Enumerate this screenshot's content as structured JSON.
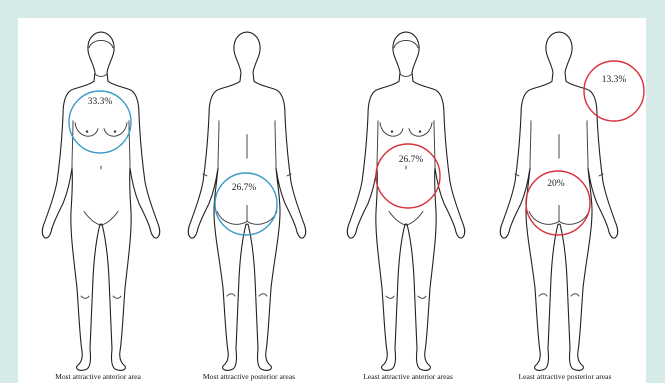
{
  "colors": {
    "background": "#d6ebe8",
    "most_attractive_circle": "#3a9bc6",
    "least_attractive_circle": "#d9303a"
  },
  "figures": [
    {
      "view": "front",
      "caption": "Most attractive anterior area",
      "markers": [
        {
          "label": "33.3%",
          "color": "blue"
        }
      ]
    },
    {
      "view": "back",
      "caption": "Most attractive posterior areas",
      "markers": [
        {
          "label": "26.7%",
          "color": "blue"
        }
      ]
    },
    {
      "view": "front",
      "caption": "Least attractive anterior areas",
      "markers": [
        {
          "label": "26.7%",
          "color": "red"
        }
      ]
    },
    {
      "view": "back",
      "caption": "Least attractive posterior areas",
      "markers": [
        {
          "label": "13.3%",
          "color": "red"
        },
        {
          "label": "20%",
          "color": "red"
        }
      ]
    }
  ]
}
